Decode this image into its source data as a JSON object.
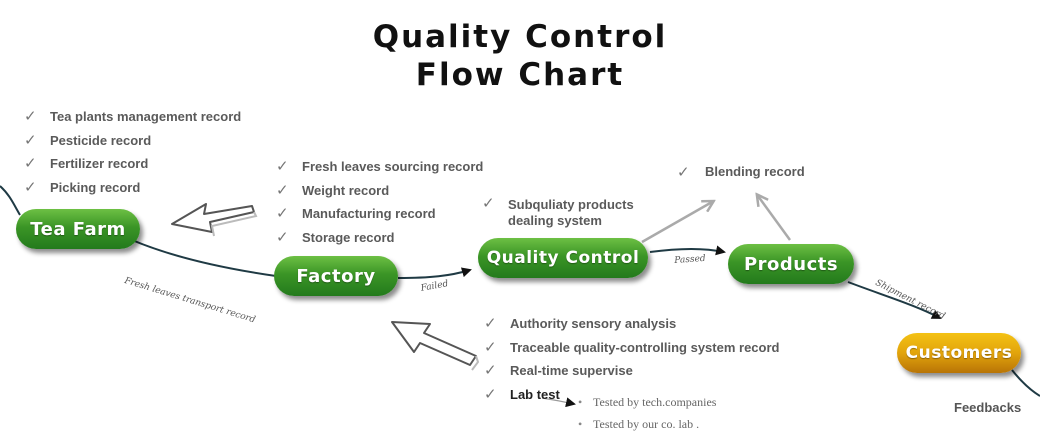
{
  "title": {
    "line1": "Quality Control",
    "line2": "Flow Chart"
  },
  "nodes": {
    "tea_farm": "Tea Farm",
    "factory": "Factory",
    "quality_control": "Quality Control",
    "products": "Products",
    "customers": "Customers"
  },
  "tea_farm_records": [
    "Tea plants management record",
    "Pesticide record",
    "Fertilizer record",
    "Picking record"
  ],
  "factory_records": [
    "Fresh leaves sourcing record",
    "Weight record",
    "Manufacturing record",
    "Storage record"
  ],
  "subquality": {
    "line1": "Subquliaty products",
    "line2": "dealing system"
  },
  "blending": "Blending record",
  "qc_records": [
    "Authority sensory analysis",
    "Traceable quality-controlling system record",
    "Real-time supervise",
    "Lab test"
  ],
  "lab_tests": [
    "Tested by tech.companies",
    "Tested by our co. lab ."
  ],
  "edge_labels": {
    "transport": "Fresh leaves transport record",
    "failed": "Failed",
    "passed": "Passed",
    "shipment": "Shipment record"
  },
  "feedbacks": "Feedbacks",
  "check_icon": "checkmark-icon",
  "colors": {
    "node_green": "#3b9526",
    "node_gold": "#e2a40c",
    "flow_line": "#1f3a44"
  }
}
